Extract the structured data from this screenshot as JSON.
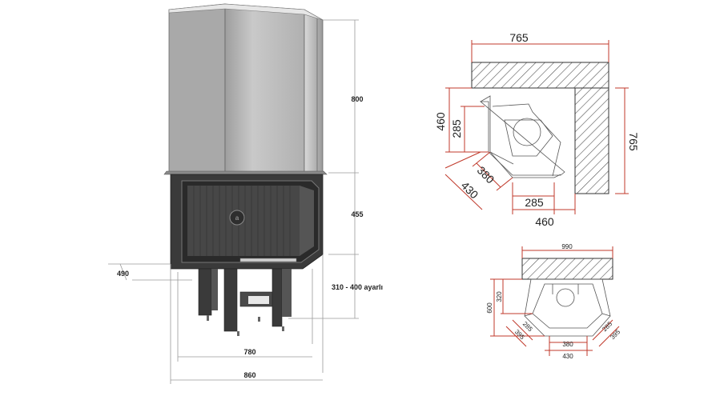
{
  "colors": {
    "dimension_red": "#c0392b",
    "hatch": "#555555",
    "body_dark": "#3c3c3c",
    "hood_grey": "#bdbdbd",
    "dim_line_grey": "#9a9a9a"
  },
  "fireplace": {
    "dims": {
      "hood_height": "800",
      "body_height": "455",
      "leg_range": "310 - 400 ayarlı",
      "side_depth": "490",
      "inner_width": "780",
      "outer_width": "860"
    }
  },
  "plan_top": {
    "dims": {
      "top_width": "765",
      "right_height": "765",
      "left_height": "460",
      "left_inner": "285",
      "diag_inner": "380",
      "diag_outer": "430",
      "bottom_inner": "285",
      "bottom_outer": "460"
    }
  },
  "plan_bottom": {
    "dims": {
      "top_width": "990",
      "left_outer": "600",
      "left_inner": "320",
      "diag_left_inner": "285",
      "diag_left_outer": "395",
      "diag_right_inner": "285",
      "diag_right_outer": "395",
      "bottom_inner": "380",
      "bottom_outer": "430"
    }
  }
}
